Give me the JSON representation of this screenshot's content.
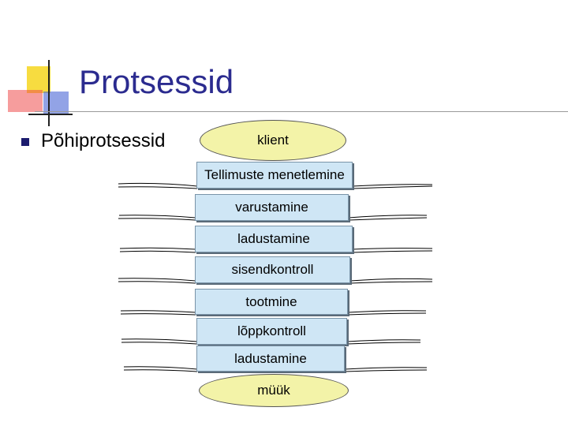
{
  "slide": {
    "title": "Protsessid",
    "bullet": "Põhiprotsessid"
  },
  "flow": {
    "start": "klient",
    "steps": [
      "Tellimuste menetlemine",
      "varustamine",
      "ladustamine",
      "sisendkontroll",
      "tootmine",
      "lõppkontroll",
      "ladustamine"
    ],
    "end": "müük"
  },
  "colors": {
    "title": "#2b2b8f",
    "ellipse_fill": "#f3f3a8",
    "box_fill": "#cfe6f5",
    "logo_yellow": "#f6d82b",
    "logo_red": "#ef4d4d",
    "logo_blue": "#4a66d6"
  }
}
